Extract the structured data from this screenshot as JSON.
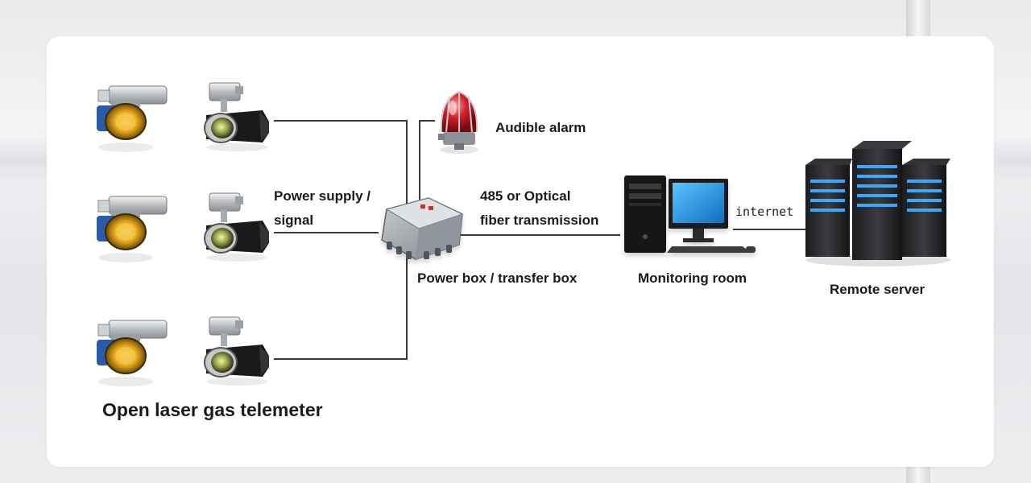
{
  "labels": {
    "audible_alarm": "Audible alarm",
    "power_signal_line1": "Power supply /",
    "power_signal_line2": "signal",
    "transmission_line1": "485 or Optical",
    "transmission_line2": "fiber transmission",
    "internet": "internet",
    "power_box": "Power box / transfer box",
    "monitoring_room": "Monitoring room",
    "remote_server": "Remote server",
    "telemeter": "Open laser gas telemeter"
  },
  "colors": {
    "line": "#3a3a3a",
    "alarm_red": "#d4202a",
    "server_blue": "#3aa8ff",
    "monitor_blue": "#1e9be8",
    "detector_amber": "#e0a21a"
  },
  "icons": [
    "laser-detector-icon",
    "laser-receiver-icon",
    "power-box-icon",
    "alarm-beacon-icon",
    "computer-tower-icon",
    "monitor-icon",
    "server-rack-icon"
  ]
}
